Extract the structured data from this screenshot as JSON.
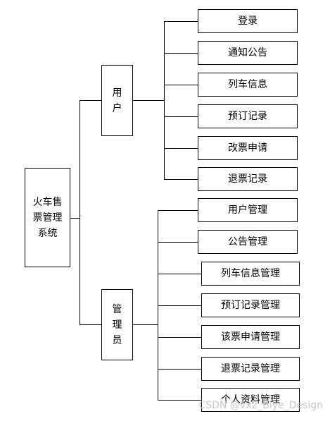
{
  "root": {
    "label": "火车售票管理系统"
  },
  "branches": [
    {
      "label": "用户",
      "children": [
        "登录",
        "通知公告",
        "列车信息",
        "预订记录",
        "改票申请",
        "退票记录"
      ]
    },
    {
      "label": "管理员",
      "children": [
        "用户管理",
        "公告管理",
        "列车信息管理",
        "预订记录管理",
        "该票申请管理",
        "退票记录管理",
        "个人资料管理"
      ]
    }
  ],
  "watermark": "CSDN @vx2_Biye_Design"
}
